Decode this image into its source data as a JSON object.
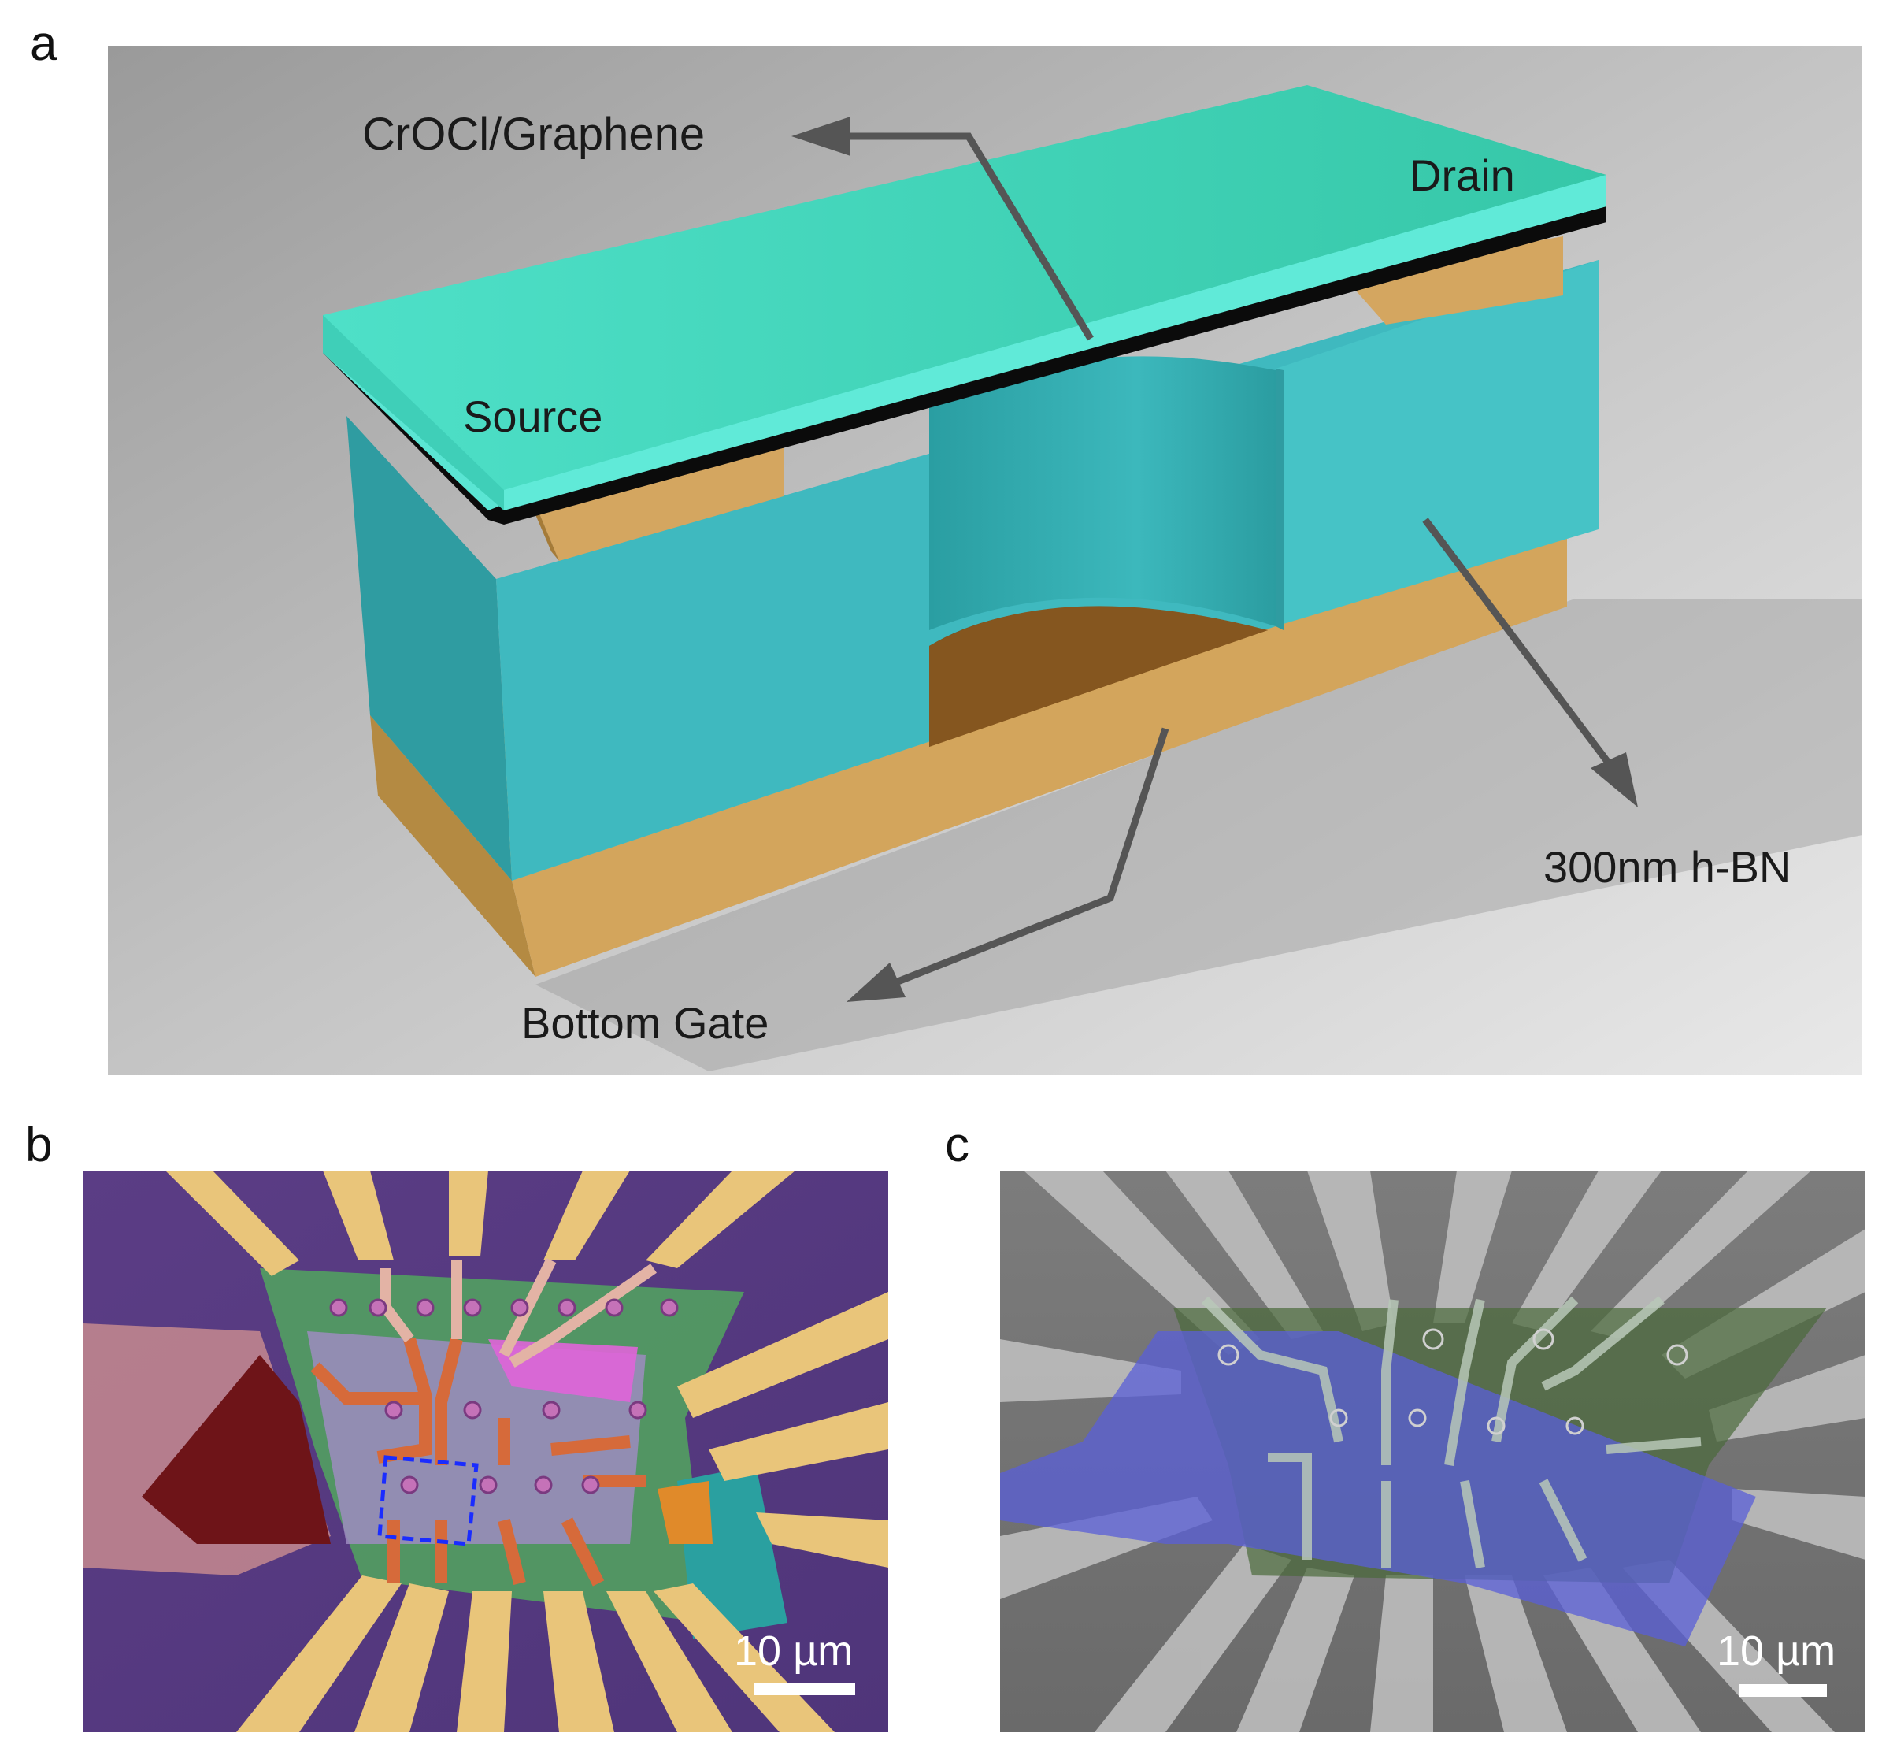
{
  "panels": {
    "a": {
      "letter": "a"
    },
    "b": {
      "letter": "b"
    },
    "c": {
      "letter": "c"
    }
  },
  "labels": {
    "croci_graphene": "CrOCl/Graphene",
    "drain": "Drain",
    "source": "Source",
    "hbn": "300nm h-BN",
    "bottom_gate": "Bottom Gate"
  },
  "scale_bars": {
    "b": "10 µm",
    "c": "10 µm"
  },
  "colors": {
    "croci_top": "#40dcc0",
    "hbn": "#3fb9bf",
    "gold": "#d4a660",
    "cavity": "#7a4e1c",
    "optical_bg": "#5a3f82",
    "sem_bg": "#8a8a8a",
    "sem_blue_overlay": "#5a5fd8",
    "sem_green_overlay": "#4a6a3a"
  }
}
